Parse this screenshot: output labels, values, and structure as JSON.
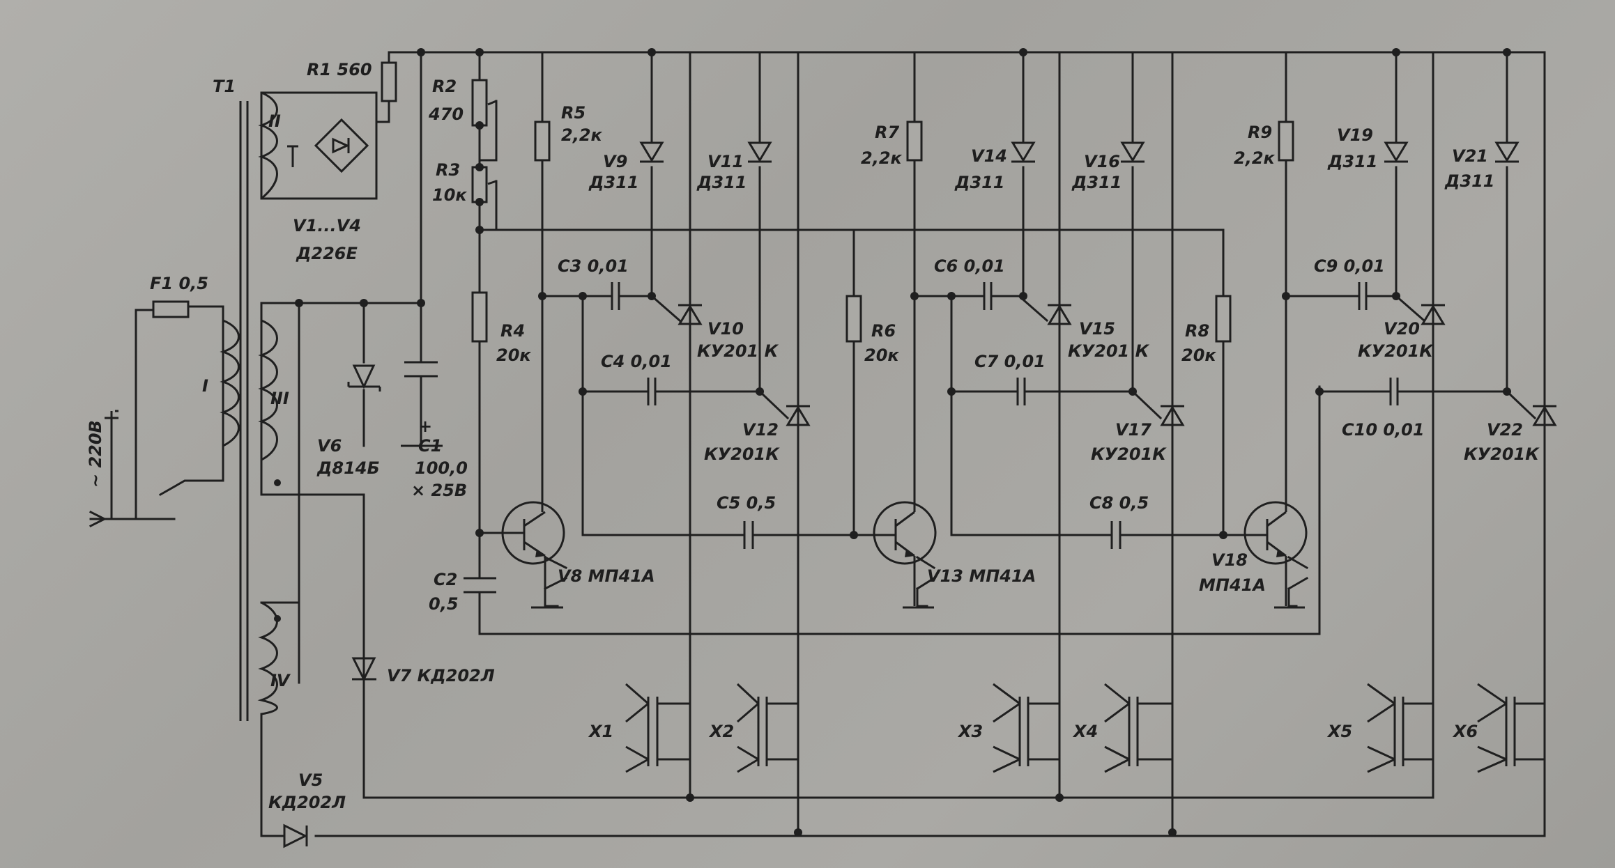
{
  "labels": {
    "T1": "T1",
    "R1": "R1 560",
    "winding_II": "II",
    "V1V4": "V1...V4",
    "V1V4_type": "Д226Е",
    "F1": "F1 0,5",
    "winding_I": "I",
    "mains": "~ 220В",
    "winding_III": "III",
    "winding_IV": "IV",
    "V6": "V6",
    "V6_type": "Д814Б",
    "C1": "C1",
    "C1_val": "100,0",
    "C1_volt": "× 25В",
    "C1_plus": "+",
    "V7": "V7 КД202Л",
    "V5": "V5",
    "V5_type": "КД202Л",
    "R2": "R2",
    "R2_val": "470",
    "R3": "R3",
    "R3_val": "10к",
    "R4": "R4",
    "R4_val": "20к",
    "C2": "C2",
    "C2_val": "0,5",
    "R5": "R5",
    "R5_val": "2,2к",
    "V9": "V9",
    "V9_type": "Д311",
    "V11": "V11",
    "V11_type": "Д311",
    "C3": "C3 0,01",
    "V10": "V10",
    "V10_type": "КУ201 К",
    "C4": "C4 0,01",
    "V12": "V12",
    "V12_type": "КУ201К",
    "C5": "C5 0,5",
    "V8": "V8 МП41А",
    "R6": "R6",
    "R6_val": "20к",
    "R7": "R7",
    "R7_val": "2,2к",
    "V14": "V14",
    "V14_type": "Д311",
    "V16": "V16",
    "V16_type": "Д311",
    "C6": "C6 0,01",
    "V15": "V15",
    "V15_type": "КУ201 К",
    "C7": "C7 0,01",
    "V17": "V17",
    "V17_type": "КУ201К",
    "C8": "C8 0,5",
    "V13": "V13 МП41А",
    "R8": "R8",
    "R8_val": "20к",
    "R9": "R9",
    "R9_val": "2,2к",
    "V19": "V19",
    "V19_type": "Д311",
    "V21": "V21",
    "V21_type": "Д311",
    "C9": "C9 0,01",
    "V20": "V20",
    "V20_type": "КУ201К",
    "C10": "C10 0,01",
    "V22": "V22",
    "V22_type": "КУ201К",
    "V18": "V18",
    "V18_type": "МП41А",
    "X1": "X1",
    "X2": "X2",
    "X3": "X3",
    "X4": "X4",
    "X5": "X5",
    "X6": "X6"
  }
}
